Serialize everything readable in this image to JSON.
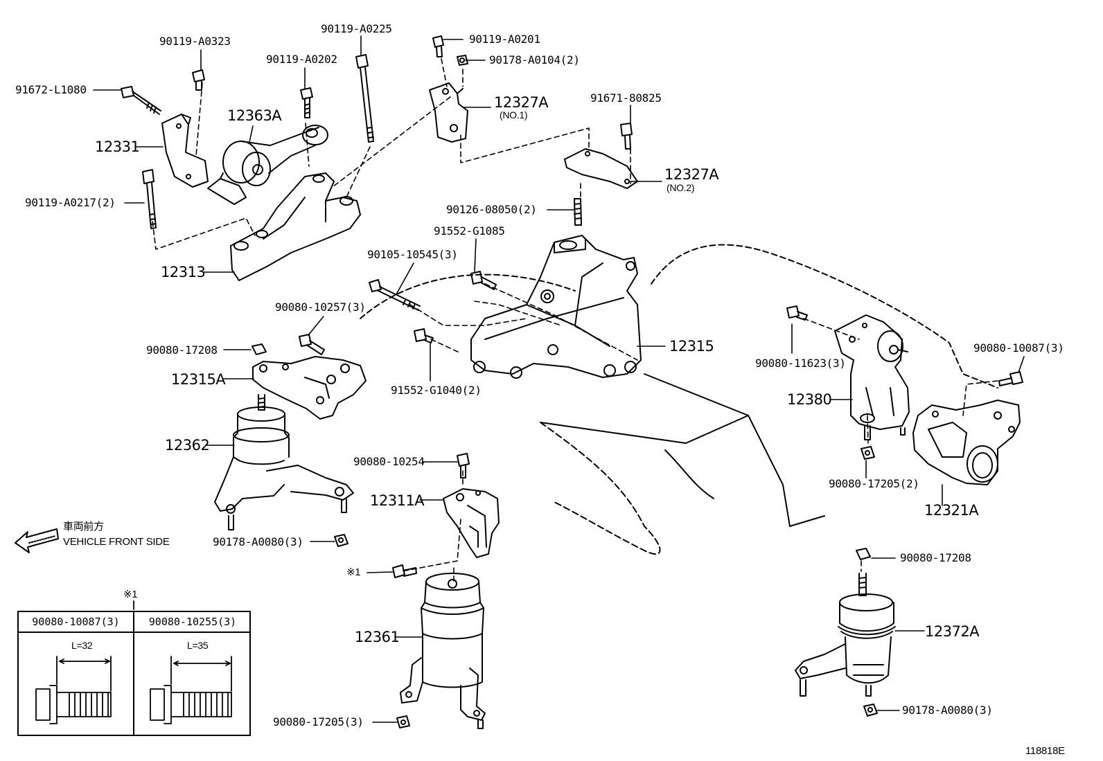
{
  "diagram": {
    "front_label_jp": "車両前方",
    "front_label_en": "VEHICLE FRONT SIDE",
    "figure_code": "118818E",
    "parts": [
      {
        "id": "p01",
        "text": "90119-A0323"
      },
      {
        "id": "p02",
        "text": "90119-A0225"
      },
      {
        "id": "p03",
        "text": "90119-A0201"
      },
      {
        "id": "p04",
        "text": "90178-A0104(2)"
      },
      {
        "id": "p05",
        "text": "90119-A0202"
      },
      {
        "id": "p06",
        "text": "91672-L1080"
      },
      {
        "id": "p07",
        "text": "12363A"
      },
      {
        "id": "p08",
        "text": "12327A"
      },
      {
        "id": "p09",
        "text": "(NO.1)"
      },
      {
        "id": "p10",
        "text": "91671-80825"
      },
      {
        "id": "p11",
        "text": "12331"
      },
      {
        "id": "p12",
        "text": "12327A"
      },
      {
        "id": "p13",
        "text": "(NO.2)"
      },
      {
        "id": "p14",
        "text": "90119-A0217(2)"
      },
      {
        "id": "p15",
        "text": "90126-08050(2)"
      },
      {
        "id": "p16",
        "text": "91552-G1085"
      },
      {
        "id": "p17",
        "text": "12313"
      },
      {
        "id": "p18",
        "text": "90105-10545(3)"
      },
      {
        "id": "p19",
        "text": "90080-10257(3)"
      },
      {
        "id": "p20",
        "text": "12315"
      },
      {
        "id": "p21",
        "text": "90080-17208"
      },
      {
        "id": "p22",
        "text": "90080-11623(3)"
      },
      {
        "id": "p23",
        "text": "90080-10087(3)"
      },
      {
        "id": "p24",
        "text": "12315A"
      },
      {
        "id": "p25",
        "text": "91552-G1040(2)"
      },
      {
        "id": "p26",
        "text": "12380"
      },
      {
        "id": "p27",
        "text": "12362"
      },
      {
        "id": "p28",
        "text": "90080-10254"
      },
      {
        "id": "p29",
        "text": "90080-17205(2)"
      },
      {
        "id": "p30",
        "text": "12311A"
      },
      {
        "id": "p31",
        "text": "12321A"
      },
      {
        "id": "p32",
        "text": "90178-A0080(3)"
      },
      {
        "id": "p33",
        "text": "※1"
      },
      {
        "id": "p34",
        "text": "90080-17208"
      },
      {
        "id": "p35",
        "text": "12361"
      },
      {
        "id": "p36",
        "text": "12372A"
      },
      {
        "id": "p37",
        "text": "90080-17205(3)"
      },
      {
        "id": "p38",
        "text": "90178-A0080(3)"
      }
    ]
  },
  "note_table": {
    "marker": "※1",
    "columns": [
      {
        "part": "90080-10087(3)",
        "length": "L=32"
      },
      {
        "part": "90080-10255(3)",
        "length": "L=35"
      }
    ]
  }
}
